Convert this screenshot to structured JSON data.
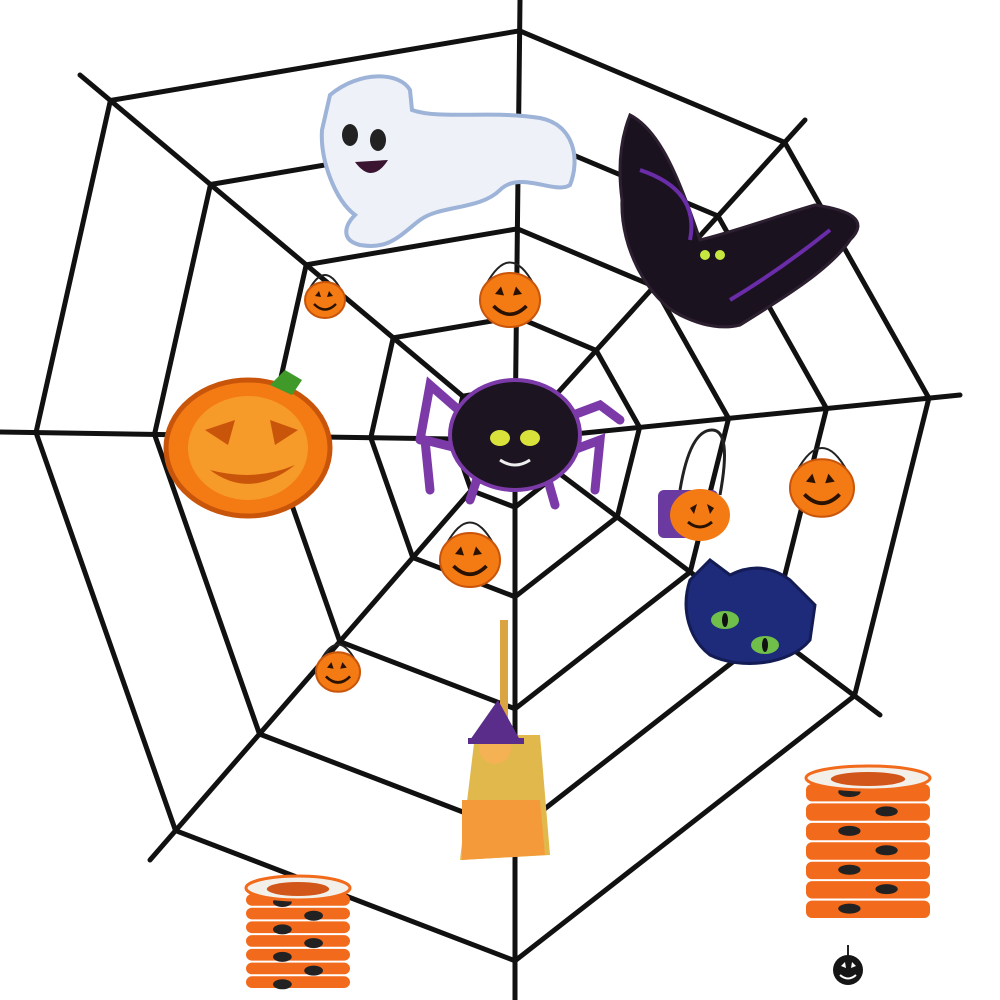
{
  "scene": {
    "description_tags": [
      "spider-web",
      "ghost-balloon",
      "bat-balloon",
      "spider-balloon",
      "pumpkin-balloon",
      "cat-balloon",
      "pumpkin-buckets",
      "witch-broom",
      "paper-lanterns",
      "pumpkin-tag"
    ]
  },
  "colors": {
    "background": "#ffffff",
    "web": "#111111",
    "pumpkin": "#f47a14",
    "pumpkin_dark": "#c9550a",
    "pumpkin_face": "#2a1200",
    "ghost": "#eef1f7",
    "ghost_edge": "#9db3d8",
    "bat": "#1b1220",
    "bat_stripe": "#6a2ca8",
    "spider": "#1c1420",
    "spider_leg": "#7b3aa8",
    "cat": "#1e2a7a",
    "cat_eye": "#6fbf4a",
    "lantern": "#f26a1b",
    "broom": "#e0b84c",
    "witch_hat": "#5a2d8a",
    "stem": "#3f9a2a"
  }
}
